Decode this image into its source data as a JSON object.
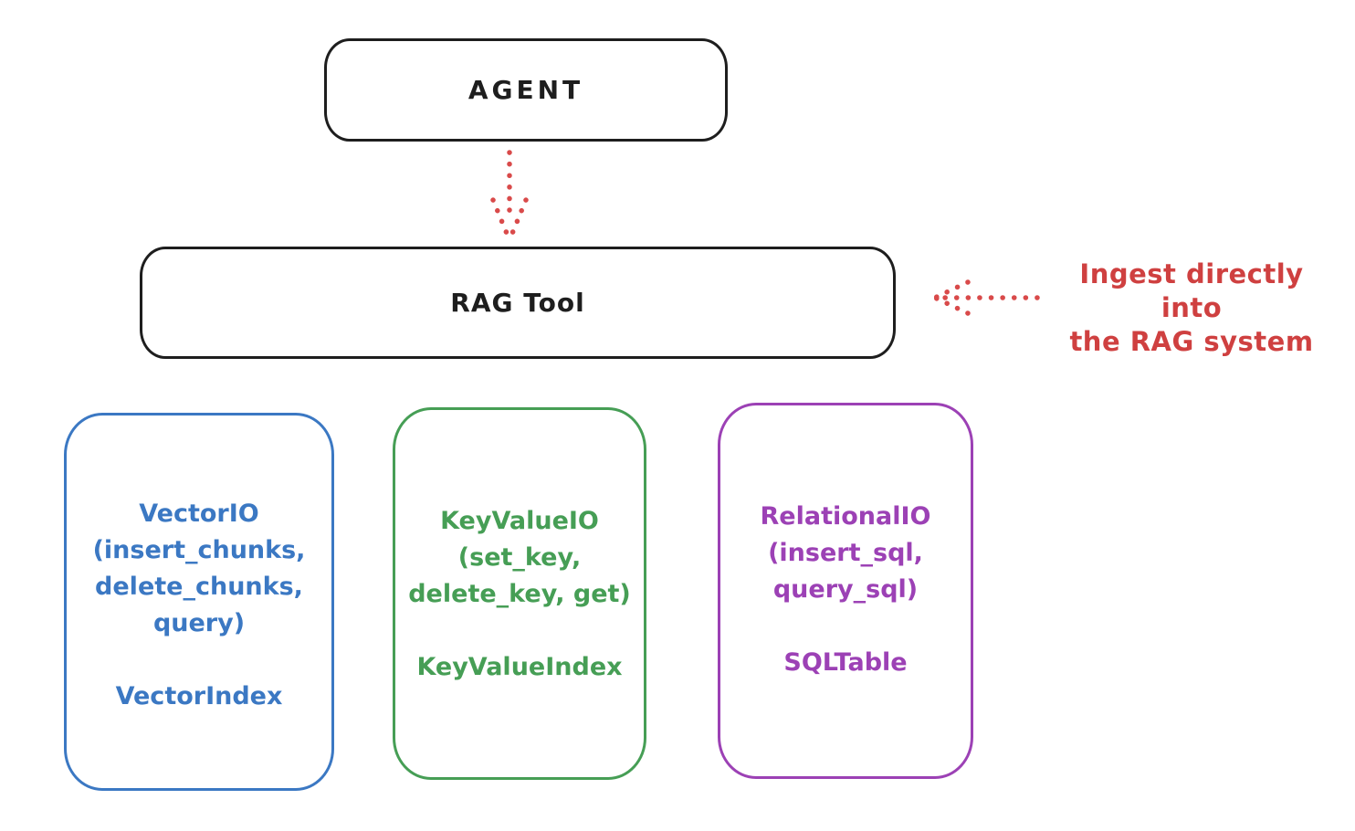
{
  "diagram": {
    "type": "hand-drawn architecture diagram",
    "colors": {
      "stroke_black": "#1e1e1e",
      "arrow_red": "#d94a4a",
      "annotation_red": "#cf4040",
      "vector_blue": "#3b78c3",
      "keyvalue_green": "#469e55",
      "relational_purple": "#9c41b5",
      "background": "#ffffff"
    }
  },
  "nodes": {
    "agent": {
      "label": "AGENT"
    },
    "rag_tool": {
      "label": "RAG Tool"
    },
    "vector_io": {
      "lines": [
        "VectorIO",
        "(insert_chunks,",
        "delete_chunks,",
        "query)"
      ],
      "index_label": "VectorIndex",
      "color": "#3b78c3"
    },
    "key_value_io": {
      "lines": [
        "KeyValueIO",
        "(set_key,",
        "delete_key, get)"
      ],
      "index_label": "KeyValueIndex",
      "color": "#469e55"
    },
    "relational_io": {
      "lines": [
        "RelationalIO",
        "(insert_sql,",
        "query_sql)"
      ],
      "index_label": "SQLTable",
      "color": "#9c41b5"
    }
  },
  "arrows": [
    {
      "name": "agent-to-rag-tool",
      "style": "dotted",
      "direction": "down",
      "color": "#d94a4a"
    },
    {
      "name": "ingest-into-rag-tool",
      "style": "dotted",
      "direction": "left",
      "color": "#d94a4a"
    }
  ],
  "annotation": {
    "lines": [
      "Ingest directly into",
      "the RAG system"
    ],
    "color": "#cf4040"
  }
}
